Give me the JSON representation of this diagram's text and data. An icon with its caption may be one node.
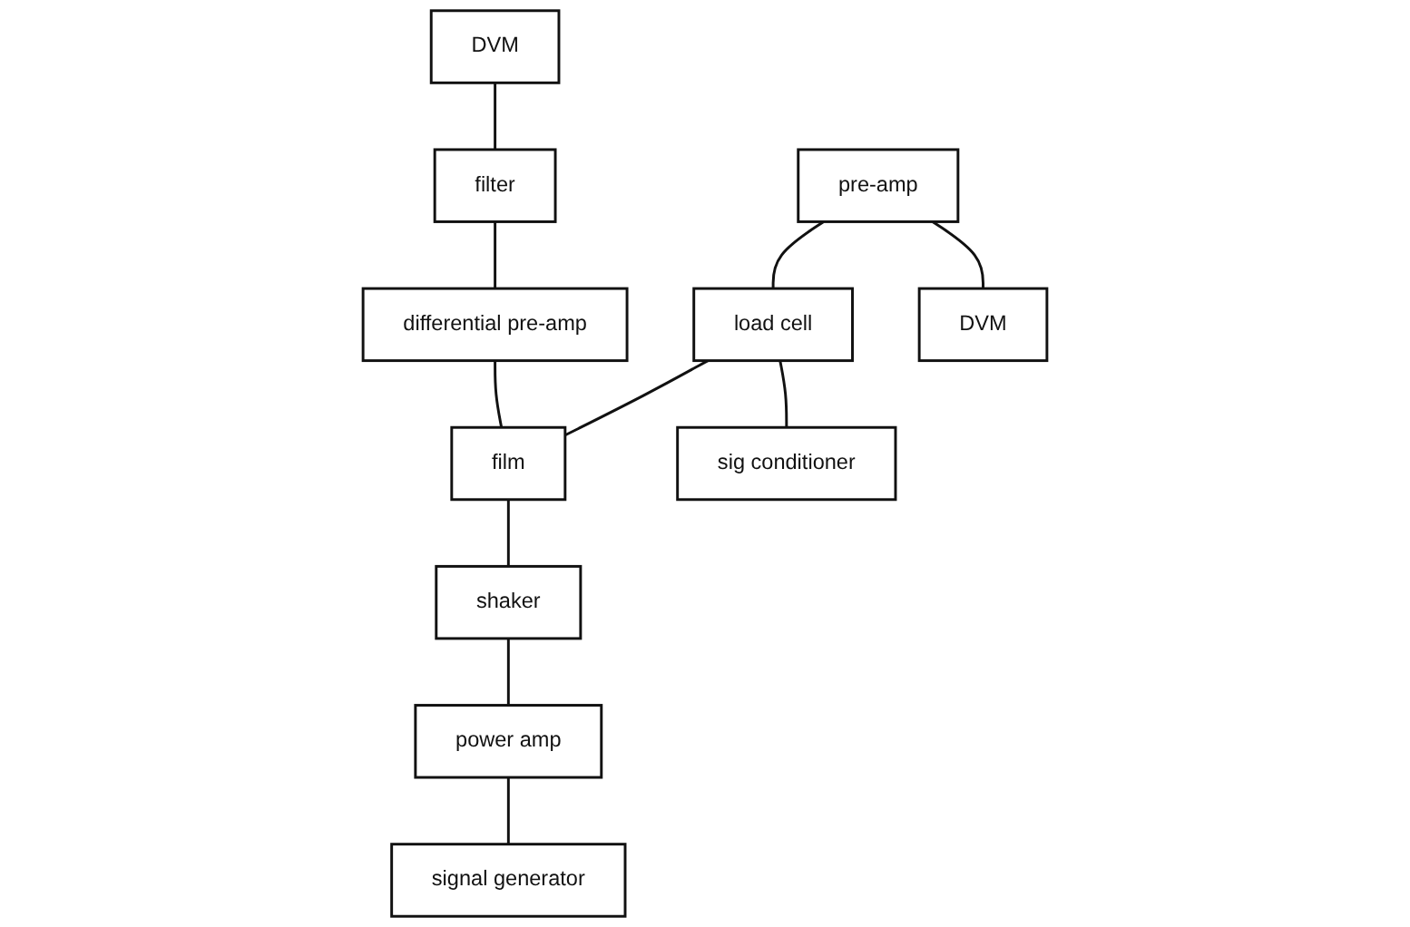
{
  "diagram": {
    "nodes": [
      {
        "text": [
          "DVM"
        ]
      },
      {
        "text": [
          "filter"
        ]
      },
      {
        "text": [
          "differential pre-amp"
        ]
      },
      {
        "text": [
          "pre-amp"
        ]
      },
      {
        "text": [
          "load cell"
        ]
      },
      {
        "text": [
          "film"
        ]
      },
      {
        "text": [
          "shaker"
        ]
      },
      {
        "text": [
          "power amp"
        ]
      },
      {
        "text": [
          "DVM"
        ]
      },
      {
        "text": [
          "sig conditioner"
        ]
      },
      {
        "text": [
          "signal generator"
        ]
      }
    ],
    "edges": [
      {
        "from": 0,
        "to": 1,
        "arrow": "none"
      },
      {
        "from": 1,
        "to": 2,
        "arrow": "none"
      },
      {
        "from": 2,
        "to": 5,
        "arrow": "none"
      },
      {
        "from": 3,
        "to": 4,
        "arrow": "none"
      },
      {
        "from": 4,
        "to": 5,
        "arrow": "none"
      },
      {
        "from": 5,
        "to": 6,
        "arrow": "none"
      },
      {
        "from": 6,
        "to": 7,
        "arrow": "none"
      },
      {
        "from": 3,
        "to": 8,
        "arrow": "none"
      },
      {
        "from": 4,
        "to": 9,
        "arrow": "none"
      },
      {
        "from": 7,
        "to": 10,
        "arrow": "none"
      }
    ]
  }
}
